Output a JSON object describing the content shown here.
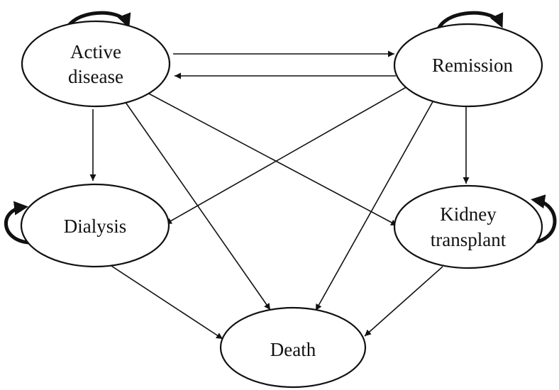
{
  "states": {
    "active": {
      "line1": "Active",
      "line2": "disease"
    },
    "remission": {
      "label": "Remission"
    },
    "dialysis": {
      "label": "Dialysis"
    },
    "transplant": {
      "line1": "Kidney",
      "line2": "transplant"
    },
    "death": {
      "label": "Death"
    }
  },
  "transitions": [
    {
      "from": "Active disease",
      "to": "Active disease"
    },
    {
      "from": "Active disease",
      "to": "Remission"
    },
    {
      "from": "Active disease",
      "to": "Dialysis"
    },
    {
      "from": "Active disease",
      "to": "Kidney transplant"
    },
    {
      "from": "Active disease",
      "to": "Death"
    },
    {
      "from": "Remission",
      "to": "Remission"
    },
    {
      "from": "Remission",
      "to": "Active disease"
    },
    {
      "from": "Remission",
      "to": "Dialysis"
    },
    {
      "from": "Remission",
      "to": "Kidney transplant"
    },
    {
      "from": "Remission",
      "to": "Death"
    },
    {
      "from": "Dialysis",
      "to": "Dialysis"
    },
    {
      "from": "Dialysis",
      "to": "Death"
    },
    {
      "from": "Kidney transplant",
      "to": "Kidney transplant"
    },
    {
      "from": "Kidney transplant",
      "to": "Death"
    }
  ],
  "colors": {
    "stroke": "#111111",
    "fill": "#ffffff"
  }
}
